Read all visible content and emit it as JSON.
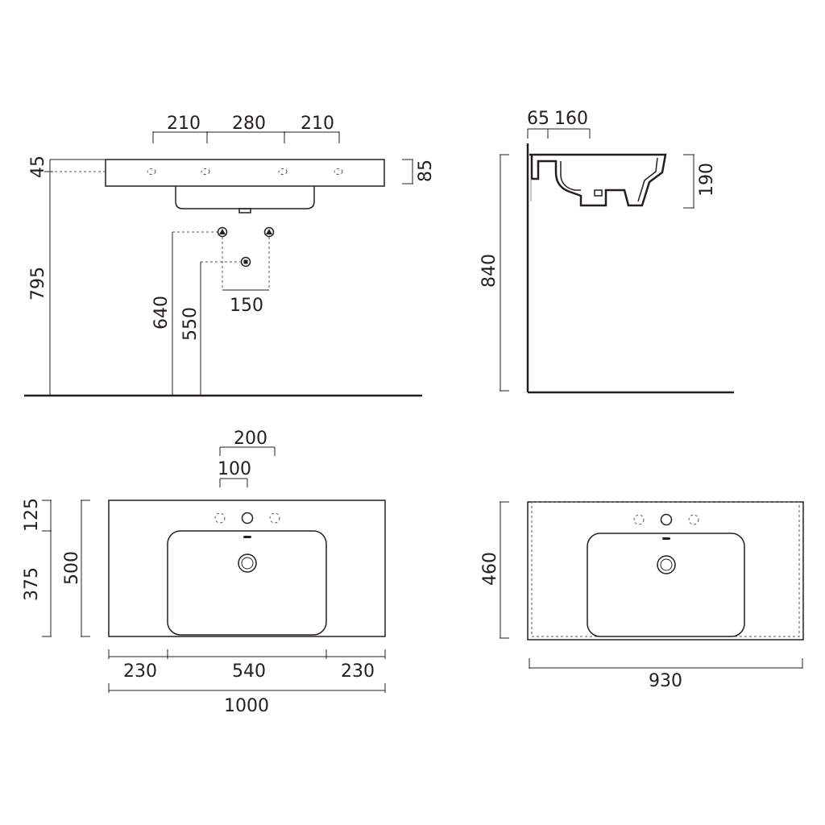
{
  "front_view": {
    "hole_spacing": [
      "210",
      "280",
      "210"
    ],
    "top_offset": "45",
    "thickness": "85",
    "height_total": "795",
    "supply_height": "640",
    "drain_height": "550",
    "supply_spacing": "150"
  },
  "side_view": {
    "rim_depth": "65",
    "tap_offset": "160",
    "bowl_depth": "190",
    "height_total": "840"
  },
  "top_view": {
    "taps_outer": "200",
    "taps_inner": "100",
    "front_depth": "125",
    "bowl_length": "375",
    "depth_total": "500",
    "left_margin": "230",
    "bowl_width": "540",
    "right_margin": "230",
    "width_total": "1000"
  },
  "cabinet_view": {
    "depth": "460",
    "width": "930"
  },
  "colors": {
    "line": "#231f20",
    "hidden": "#555555"
  }
}
